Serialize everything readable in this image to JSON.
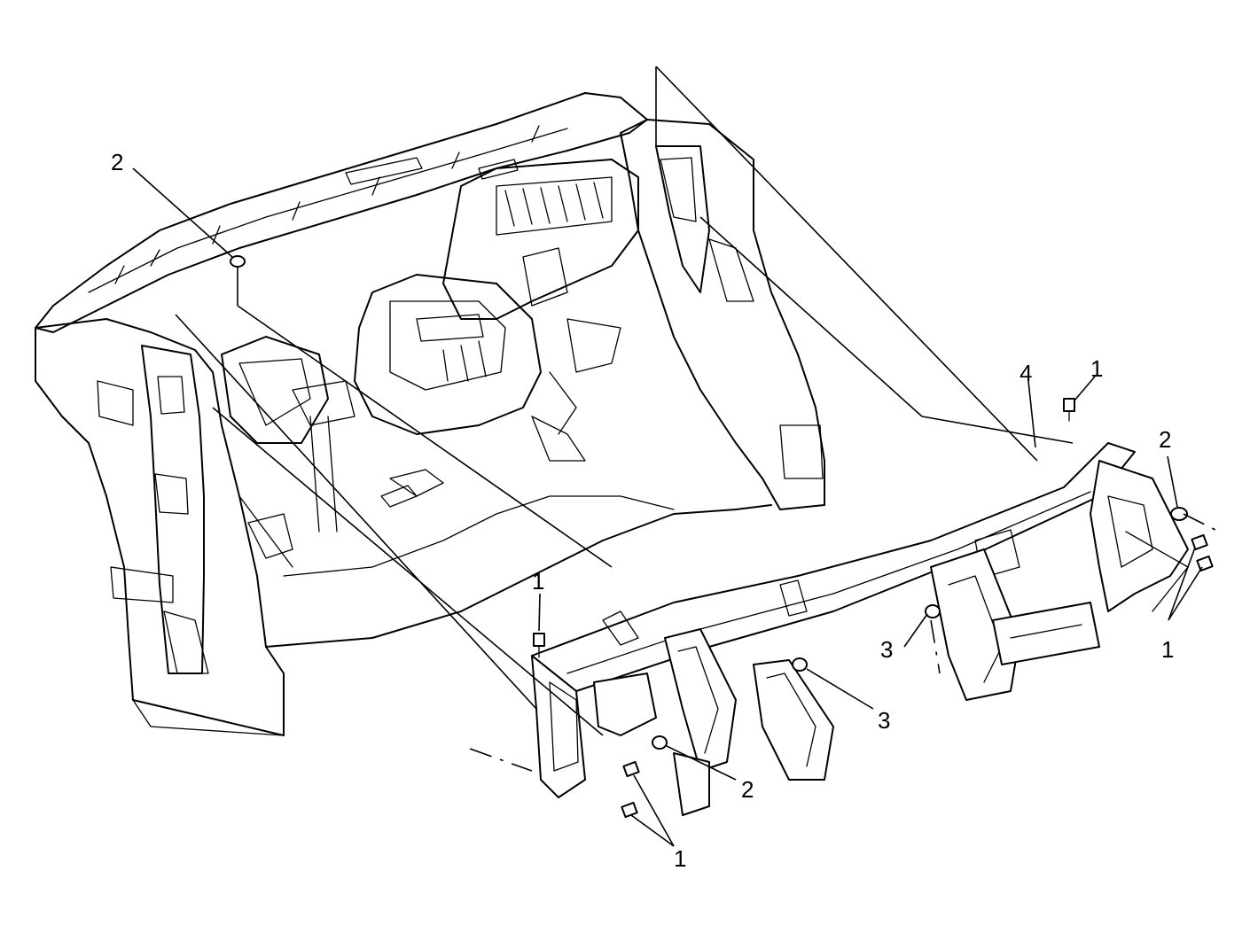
{
  "callouts": [
    {
      "id": "c-2-top-left",
      "label": "2"
    },
    {
      "id": "c-4",
      "label": "4"
    },
    {
      "id": "c-1-top-right",
      "label": "1"
    },
    {
      "id": "c-2-right",
      "label": "2"
    },
    {
      "id": "c-1-right",
      "label": "1"
    },
    {
      "id": "c-3-right",
      "label": "3"
    },
    {
      "id": "c-3-center",
      "label": "3"
    },
    {
      "id": "c-1-left",
      "label": "1"
    },
    {
      "id": "c-2-bottom",
      "label": "2"
    },
    {
      "id": "c-1-bottom",
      "label": "1"
    }
  ]
}
